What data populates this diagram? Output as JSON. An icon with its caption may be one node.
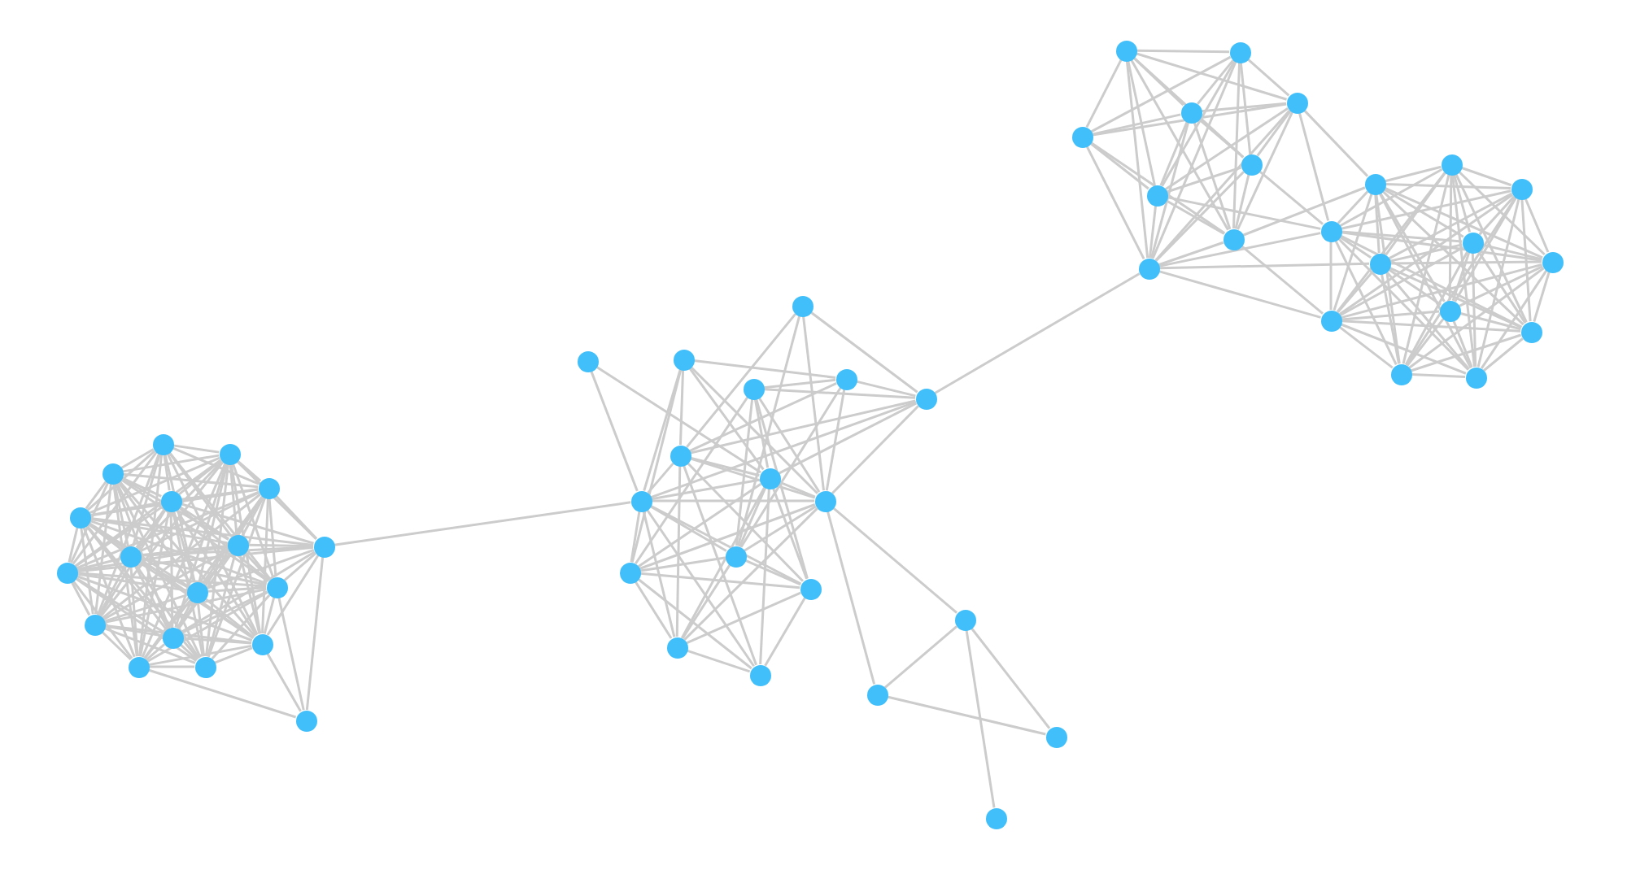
{
  "diagram": {
    "nodes": [
      {
        "text": [],
        "shape": "circle"
      },
      {
        "text": [],
        "shape": "circle"
      },
      {
        "text": [],
        "shape": "circle"
      },
      {
        "text": [],
        "shape": "circle"
      },
      {
        "text": [],
        "shape": "circle"
      },
      {
        "text": [],
        "shape": "circle"
      },
      {
        "text": [],
        "shape": "circle"
      },
      {
        "text": [],
        "shape": "circle"
      },
      {
        "text": [],
        "shape": "circle"
      },
      {
        "text": [],
        "shape": "circle"
      },
      {
        "text": [],
        "shape": "circle"
      },
      {
        "text": [],
        "shape": "circle"
      },
      {
        "text": [],
        "shape": "circle"
      },
      {
        "text": [],
        "shape": "circle"
      },
      {
        "text": [],
        "shape": "circle"
      },
      {
        "text": [],
        "shape": "circle"
      },
      {
        "text": [],
        "shape": "circle"
      },
      {
        "text": [],
        "shape": "circle"
      },
      {
        "text": [],
        "shape": "circle"
      },
      {
        "text": [],
        "shape": "circle"
      },
      {
        "text": [],
        "shape": "circle"
      },
      {
        "text": [],
        "shape": "circle"
      },
      {
        "text": [],
        "shape": "circle"
      },
      {
        "text": [],
        "shape": "circle"
      },
      {
        "text": [],
        "shape": "circle"
      },
      {
        "text": [],
        "shape": "circle"
      },
      {
        "text": [],
        "shape": "circle"
      },
      {
        "text": [],
        "shape": "circle"
      },
      {
        "text": [],
        "shape": "circle"
      },
      {
        "text": [],
        "shape": "circle"
      },
      {
        "text": [],
        "shape": "circle"
      },
      {
        "text": [],
        "shape": "circle"
      },
      {
        "text": [],
        "shape": "circle"
      },
      {
        "text": [],
        "shape": "circle"
      },
      {
        "text": [],
        "shape": "circle"
      },
      {
        "text": [],
        "shape": "circle"
      },
      {
        "text": [],
        "shape": "circle"
      },
      {
        "text": [],
        "shape": "circle"
      },
      {
        "text": [],
        "shape": "circle"
      },
      {
        "text": [],
        "shape": "circle"
      },
      {
        "text": [],
        "shape": "circle"
      },
      {
        "text": [],
        "shape": "circle"
      },
      {
        "text": [],
        "shape": "circle"
      },
      {
        "text": [],
        "shape": "circle"
      },
      {
        "text": [],
        "shape": "circle"
      },
      {
        "text": [],
        "shape": "circle"
      },
      {
        "text": [],
        "shape": "circle"
      },
      {
        "text": [],
        "shape": "circle"
      },
      {
        "text": [],
        "shape": "circle"
      },
      {
        "text": [],
        "shape": "circle"
      },
      {
        "text": [],
        "shape": "circle"
      },
      {
        "text": [],
        "shape": "circle"
      },
      {
        "text": [],
        "shape": "circle"
      },
      {
        "text": [],
        "shape": "circle"
      },
      {
        "text": [],
        "shape": "circle"
      },
      {
        "text": [],
        "shape": "circle"
      },
      {
        "text": [],
        "shape": "circle"
      },
      {
        "text": [],
        "shape": "circle"
      }
    ],
    "edges": [
      {
        "from": 0,
        "to": 1,
        "arrow": "none"
      },
      {
        "from": 0,
        "to": 2,
        "arrow": "none"
      },
      {
        "from": 0,
        "to": 3,
        "arrow": "none"
      },
      {
        "from": 0,
        "to": 4,
        "arrow": "none"
      },
      {
        "from": 0,
        "to": 5,
        "arrow": "none"
      },
      {
        "from": 0,
        "to": 6,
        "arrow": "none"
      },
      {
        "from": 0,
        "to": 8,
        "arrow": "none"
      },
      {
        "from": 0,
        "to": 9,
        "arrow": "none"
      },
      {
        "from": 0,
        "to": 10,
        "arrow": "none"
      },
      {
        "from": 0,
        "to": 11,
        "arrow": "none"
      },
      {
        "from": 0,
        "to": 12,
        "arrow": "none"
      },
      {
        "from": 0,
        "to": 14,
        "arrow": "none"
      },
      {
        "from": 0,
        "to": 15,
        "arrow": "none"
      },
      {
        "from": 1,
        "to": 2,
        "arrow": "none"
      },
      {
        "from": 1,
        "to": 3,
        "arrow": "none"
      },
      {
        "from": 1,
        "to": 4,
        "arrow": "none"
      },
      {
        "from": 1,
        "to": 5,
        "arrow": "none"
      },
      {
        "from": 1,
        "to": 6,
        "arrow": "none"
      },
      {
        "from": 1,
        "to": 8,
        "arrow": "none"
      },
      {
        "from": 1,
        "to": 9,
        "arrow": "none"
      },
      {
        "from": 1,
        "to": 10,
        "arrow": "none"
      },
      {
        "from": 1,
        "to": 11,
        "arrow": "none"
      },
      {
        "from": 1,
        "to": 12,
        "arrow": "none"
      },
      {
        "from": 1,
        "to": 13,
        "arrow": "none"
      },
      {
        "from": 1,
        "to": 14,
        "arrow": "none"
      },
      {
        "from": 1,
        "to": 15,
        "arrow": "none"
      },
      {
        "from": 1,
        "to": 16,
        "arrow": "none"
      },
      {
        "from": 2,
        "to": 3,
        "arrow": "none"
      },
      {
        "from": 2,
        "to": 4,
        "arrow": "none"
      },
      {
        "from": 2,
        "to": 5,
        "arrow": "none"
      },
      {
        "from": 2,
        "to": 6,
        "arrow": "none"
      },
      {
        "from": 2,
        "to": 8,
        "arrow": "none"
      },
      {
        "from": 2,
        "to": 9,
        "arrow": "none"
      },
      {
        "from": 2,
        "to": 10,
        "arrow": "none"
      },
      {
        "from": 2,
        "to": 11,
        "arrow": "none"
      },
      {
        "from": 2,
        "to": 12,
        "arrow": "none"
      },
      {
        "from": 2,
        "to": 13,
        "arrow": "none"
      },
      {
        "from": 2,
        "to": 14,
        "arrow": "none"
      },
      {
        "from": 2,
        "to": 15,
        "arrow": "none"
      },
      {
        "from": 2,
        "to": 16,
        "arrow": "none"
      },
      {
        "from": 3,
        "to": 4,
        "arrow": "none"
      },
      {
        "from": 3,
        "to": 5,
        "arrow": "none"
      },
      {
        "from": 3,
        "to": 6,
        "arrow": "none"
      },
      {
        "from": 3,
        "to": 8,
        "arrow": "none"
      },
      {
        "from": 3,
        "to": 9,
        "arrow": "none"
      },
      {
        "from": 3,
        "to": 10,
        "arrow": "none"
      },
      {
        "from": 3,
        "to": 11,
        "arrow": "none"
      },
      {
        "from": 3,
        "to": 12,
        "arrow": "none"
      },
      {
        "from": 3,
        "to": 13,
        "arrow": "none"
      },
      {
        "from": 3,
        "to": 14,
        "arrow": "none"
      },
      {
        "from": 3,
        "to": 15,
        "arrow": "none"
      },
      {
        "from": 3,
        "to": 16,
        "arrow": "none"
      },
      {
        "from": 4,
        "to": 5,
        "arrow": "none"
      },
      {
        "from": 4,
        "to": 6,
        "arrow": "none"
      },
      {
        "from": 4,
        "to": 8,
        "arrow": "none"
      },
      {
        "from": 4,
        "to": 9,
        "arrow": "none"
      },
      {
        "from": 4,
        "to": 10,
        "arrow": "none"
      },
      {
        "from": 4,
        "to": 11,
        "arrow": "none"
      },
      {
        "from": 4,
        "to": 12,
        "arrow": "none"
      },
      {
        "from": 4,
        "to": 13,
        "arrow": "none"
      },
      {
        "from": 4,
        "to": 14,
        "arrow": "none"
      },
      {
        "from": 4,
        "to": 15,
        "arrow": "none"
      },
      {
        "from": 4,
        "to": 16,
        "arrow": "none"
      },
      {
        "from": 5,
        "to": 6,
        "arrow": "none"
      },
      {
        "from": 5,
        "to": 8,
        "arrow": "none"
      },
      {
        "from": 5,
        "to": 9,
        "arrow": "none"
      },
      {
        "from": 5,
        "to": 10,
        "arrow": "none"
      },
      {
        "from": 5,
        "to": 11,
        "arrow": "none"
      },
      {
        "from": 5,
        "to": 12,
        "arrow": "none"
      },
      {
        "from": 5,
        "to": 13,
        "arrow": "none"
      },
      {
        "from": 5,
        "to": 14,
        "arrow": "none"
      },
      {
        "from": 5,
        "to": 15,
        "arrow": "none"
      },
      {
        "from": 5,
        "to": 16,
        "arrow": "none"
      },
      {
        "from": 6,
        "to": 8,
        "arrow": "none"
      },
      {
        "from": 6,
        "to": 9,
        "arrow": "none"
      },
      {
        "from": 6,
        "to": 10,
        "arrow": "none"
      },
      {
        "from": 6,
        "to": 11,
        "arrow": "none"
      },
      {
        "from": 6,
        "to": 12,
        "arrow": "none"
      },
      {
        "from": 6,
        "to": 13,
        "arrow": "none"
      },
      {
        "from": 6,
        "to": 14,
        "arrow": "none"
      },
      {
        "from": 6,
        "to": 16,
        "arrow": "none"
      },
      {
        "from": 8,
        "to": 9,
        "arrow": "none"
      },
      {
        "from": 8,
        "to": 10,
        "arrow": "none"
      },
      {
        "from": 8,
        "to": 11,
        "arrow": "none"
      },
      {
        "from": 8,
        "to": 12,
        "arrow": "none"
      },
      {
        "from": 8,
        "to": 13,
        "arrow": "none"
      },
      {
        "from": 8,
        "to": 14,
        "arrow": "none"
      },
      {
        "from": 8,
        "to": 15,
        "arrow": "none"
      },
      {
        "from": 8,
        "to": 16,
        "arrow": "none"
      },
      {
        "from": 9,
        "to": 10,
        "arrow": "none"
      },
      {
        "from": 9,
        "to": 11,
        "arrow": "none"
      },
      {
        "from": 9,
        "to": 12,
        "arrow": "none"
      },
      {
        "from": 9,
        "to": 13,
        "arrow": "none"
      },
      {
        "from": 9,
        "to": 14,
        "arrow": "none"
      },
      {
        "from": 9,
        "to": 15,
        "arrow": "none"
      },
      {
        "from": 9,
        "to": 16,
        "arrow": "none"
      },
      {
        "from": 10,
        "to": 11,
        "arrow": "none"
      },
      {
        "from": 10,
        "to": 12,
        "arrow": "none"
      },
      {
        "from": 10,
        "to": 13,
        "arrow": "none"
      },
      {
        "from": 10,
        "to": 14,
        "arrow": "none"
      },
      {
        "from": 10,
        "to": 15,
        "arrow": "none"
      },
      {
        "from": 10,
        "to": 16,
        "arrow": "none"
      },
      {
        "from": 11,
        "to": 12,
        "arrow": "none"
      },
      {
        "from": 11,
        "to": 13,
        "arrow": "none"
      },
      {
        "from": 11,
        "to": 14,
        "arrow": "none"
      },
      {
        "from": 11,
        "to": 15,
        "arrow": "none"
      },
      {
        "from": 11,
        "to": 16,
        "arrow": "none"
      },
      {
        "from": 12,
        "to": 13,
        "arrow": "none"
      },
      {
        "from": 12,
        "to": 14,
        "arrow": "none"
      },
      {
        "from": 12,
        "to": 15,
        "arrow": "none"
      },
      {
        "from": 12,
        "to": 16,
        "arrow": "none"
      },
      {
        "from": 13,
        "to": 14,
        "arrow": "none"
      },
      {
        "from": 13,
        "to": 15,
        "arrow": "none"
      },
      {
        "from": 13,
        "to": 16,
        "arrow": "none"
      },
      {
        "from": 14,
        "to": 15,
        "arrow": "none"
      },
      {
        "from": 14,
        "to": 16,
        "arrow": "none"
      },
      {
        "from": 15,
        "to": 16,
        "arrow": "none"
      },
      {
        "from": 7,
        "to": 1,
        "arrow": "none"
      },
      {
        "from": 7,
        "to": 3,
        "arrow": "none"
      },
      {
        "from": 7,
        "to": 4,
        "arrow": "none"
      },
      {
        "from": 7,
        "to": 6,
        "arrow": "none"
      },
      {
        "from": 7,
        "to": 10,
        "arrow": "none"
      },
      {
        "from": 7,
        "to": 11,
        "arrow": "none"
      },
      {
        "from": 7,
        "to": 14,
        "arrow": "none"
      },
      {
        "from": 7,
        "to": 8,
        "arrow": "none"
      },
      {
        "from": 7,
        "to": 9,
        "arrow": "none"
      },
      {
        "from": 7,
        "to": 5,
        "arrow": "none"
      },
      {
        "from": 7,
        "to": 13,
        "arrow": "none"
      },
      {
        "from": 17,
        "to": 15,
        "arrow": "none"
      },
      {
        "from": 17,
        "to": 7,
        "arrow": "none"
      },
      {
        "from": 17,
        "to": 14,
        "arrow": "none"
      },
      {
        "from": 17,
        "to": 10,
        "arrow": "none"
      },
      {
        "from": 7,
        "to": 26,
        "arrow": "none"
      },
      {
        "from": 23,
        "to": 45,
        "arrow": "none"
      },
      {
        "from": 18,
        "to": 23,
        "arrow": "none"
      },
      {
        "from": 18,
        "to": 24,
        "arrow": "none"
      },
      {
        "from": 18,
        "to": 27,
        "arrow": "none"
      },
      {
        "from": 18,
        "to": 28,
        "arrow": "none"
      },
      {
        "from": 19,
        "to": 26,
        "arrow": "none"
      },
      {
        "from": 19,
        "to": 25,
        "arrow": "none"
      },
      {
        "from": 20,
        "to": 22,
        "arrow": "none"
      },
      {
        "from": 20,
        "to": 26,
        "arrow": "none"
      },
      {
        "from": 20,
        "to": 29,
        "arrow": "none"
      },
      {
        "from": 20,
        "to": 25,
        "arrow": "none"
      },
      {
        "from": 20,
        "to": 27,
        "arrow": "none"
      },
      {
        "from": 20,
        "to": 24,
        "arrow": "none"
      },
      {
        "from": 21,
        "to": 22,
        "arrow": "none"
      },
      {
        "from": 21,
        "to": 23,
        "arrow": "none"
      },
      {
        "from": 21,
        "to": 25,
        "arrow": "none"
      },
      {
        "from": 21,
        "to": 27,
        "arrow": "none"
      },
      {
        "from": 21,
        "to": 30,
        "arrow": "none"
      },
      {
        "from": 21,
        "to": 28,
        "arrow": "none"
      },
      {
        "from": 21,
        "to": 29,
        "arrow": "none"
      },
      {
        "from": 22,
        "to": 23,
        "arrow": "none"
      },
      {
        "from": 22,
        "to": 24,
        "arrow": "none"
      },
      {
        "from": 22,
        "to": 27,
        "arrow": "none"
      },
      {
        "from": 22,
        "to": 28,
        "arrow": "none"
      },
      {
        "from": 23,
        "to": 24,
        "arrow": "none"
      },
      {
        "from": 23,
        "to": 25,
        "arrow": "none"
      },
      {
        "from": 23,
        "to": 27,
        "arrow": "none"
      },
      {
        "from": 23,
        "to": 26,
        "arrow": "none"
      },
      {
        "from": 24,
        "to": 25,
        "arrow": "none"
      },
      {
        "from": 24,
        "to": 26,
        "arrow": "none"
      },
      {
        "from": 24,
        "to": 27,
        "arrow": "none"
      },
      {
        "from": 24,
        "to": 30,
        "arrow": "none"
      },
      {
        "from": 24,
        "to": 31,
        "arrow": "none"
      },
      {
        "from": 24,
        "to": 32,
        "arrow": "none"
      },
      {
        "from": 25,
        "to": 26,
        "arrow": "none"
      },
      {
        "from": 25,
        "to": 28,
        "arrow": "none"
      },
      {
        "from": 25,
        "to": 29,
        "arrow": "none"
      },
      {
        "from": 25,
        "to": 30,
        "arrow": "none"
      },
      {
        "from": 25,
        "to": 31,
        "arrow": "none"
      },
      {
        "from": 25,
        "to": 32,
        "arrow": "none"
      },
      {
        "from": 25,
        "to": 27,
        "arrow": "none"
      },
      {
        "from": 26,
        "to": 27,
        "arrow": "none"
      },
      {
        "from": 26,
        "to": 28,
        "arrow": "none"
      },
      {
        "from": 26,
        "to": 29,
        "arrow": "none"
      },
      {
        "from": 26,
        "to": 30,
        "arrow": "none"
      },
      {
        "from": 26,
        "to": 31,
        "arrow": "none"
      },
      {
        "from": 26,
        "to": 32,
        "arrow": "none"
      },
      {
        "from": 27,
        "to": 28,
        "arrow": "none"
      },
      {
        "from": 27,
        "to": 29,
        "arrow": "none"
      },
      {
        "from": 27,
        "to": 31,
        "arrow": "none"
      },
      {
        "from": 27,
        "to": 33,
        "arrow": "none"
      },
      {
        "from": 27,
        "to": 34,
        "arrow": "none"
      },
      {
        "from": 28,
        "to": 29,
        "arrow": "none"
      },
      {
        "from": 28,
        "to": 30,
        "arrow": "none"
      },
      {
        "from": 28,
        "to": 31,
        "arrow": "none"
      },
      {
        "from": 29,
        "to": 30,
        "arrow": "none"
      },
      {
        "from": 29,
        "to": 31,
        "arrow": "none"
      },
      {
        "from": 29,
        "to": 32,
        "arrow": "none"
      },
      {
        "from": 30,
        "to": 31,
        "arrow": "none"
      },
      {
        "from": 30,
        "to": 32,
        "arrow": "none"
      },
      {
        "from": 31,
        "to": 32,
        "arrow": "none"
      },
      {
        "from": 33,
        "to": 34,
        "arrow": "none"
      },
      {
        "from": 33,
        "to": 35,
        "arrow": "none"
      },
      {
        "from": 33,
        "to": 36,
        "arrow": "none"
      },
      {
        "from": 34,
        "to": 35,
        "arrow": "none"
      },
      {
        "from": 37,
        "to": 38,
        "arrow": "none"
      },
      {
        "from": 37,
        "to": 39,
        "arrow": "none"
      },
      {
        "from": 37,
        "to": 40,
        "arrow": "none"
      },
      {
        "from": 37,
        "to": 41,
        "arrow": "none"
      },
      {
        "from": 37,
        "to": 43,
        "arrow": "none"
      },
      {
        "from": 37,
        "to": 44,
        "arrow": "none"
      },
      {
        "from": 37,
        "to": 45,
        "arrow": "none"
      },
      {
        "from": 37,
        "to": 42,
        "arrow": "none"
      },
      {
        "from": 38,
        "to": 39,
        "arrow": "none"
      },
      {
        "from": 38,
        "to": 40,
        "arrow": "none"
      },
      {
        "from": 38,
        "to": 41,
        "arrow": "none"
      },
      {
        "from": 38,
        "to": 42,
        "arrow": "none"
      },
      {
        "from": 38,
        "to": 43,
        "arrow": "none"
      },
      {
        "from": 38,
        "to": 44,
        "arrow": "none"
      },
      {
        "from": 38,
        "to": 45,
        "arrow": "none"
      },
      {
        "from": 39,
        "to": 40,
        "arrow": "none"
      },
      {
        "from": 39,
        "to": 41,
        "arrow": "none"
      },
      {
        "from": 39,
        "to": 43,
        "arrow": "none"
      },
      {
        "from": 39,
        "to": 44,
        "arrow": "none"
      },
      {
        "from": 39,
        "to": 45,
        "arrow": "none"
      },
      {
        "from": 40,
        "to": 41,
        "arrow": "none"
      },
      {
        "from": 40,
        "to": 42,
        "arrow": "none"
      },
      {
        "from": 40,
        "to": 43,
        "arrow": "none"
      },
      {
        "from": 40,
        "to": 44,
        "arrow": "none"
      },
      {
        "from": 40,
        "to": 45,
        "arrow": "none"
      },
      {
        "from": 41,
        "to": 42,
        "arrow": "none"
      },
      {
        "from": 41,
        "to": 43,
        "arrow": "none"
      },
      {
        "from": 41,
        "to": 44,
        "arrow": "none"
      },
      {
        "from": 41,
        "to": 45,
        "arrow": "none"
      },
      {
        "from": 41,
        "to": 46,
        "arrow": "none"
      },
      {
        "from": 41,
        "to": 47,
        "arrow": "none"
      },
      {
        "from": 42,
        "to": 43,
        "arrow": "none"
      },
      {
        "from": 42,
        "to": 45,
        "arrow": "none"
      },
      {
        "from": 42,
        "to": 46,
        "arrow": "none"
      },
      {
        "from": 42,
        "to": 44,
        "arrow": "none"
      },
      {
        "from": 43,
        "to": 44,
        "arrow": "none"
      },
      {
        "from": 43,
        "to": 45,
        "arrow": "none"
      },
      {
        "from": 43,
        "to": 46,
        "arrow": "none"
      },
      {
        "from": 44,
        "to": 45,
        "arrow": "none"
      },
      {
        "from": 44,
        "to": 47,
        "arrow": "none"
      },
      {
        "from": 44,
        "to": 54,
        "arrow": "none"
      },
      {
        "from": 45,
        "to": 46,
        "arrow": "none"
      },
      {
        "from": 45,
        "to": 51,
        "arrow": "none"
      },
      {
        "from": 45,
        "to": 54,
        "arrow": "none"
      },
      {
        "from": 46,
        "to": 47,
        "arrow": "none"
      },
      {
        "from": 46,
        "to": 48,
        "arrow": "none"
      },
      {
        "from": 46,
        "to": 49,
        "arrow": "none"
      },
      {
        "from": 46,
        "to": 50,
        "arrow": "none"
      },
      {
        "from": 46,
        "to": 51,
        "arrow": "none"
      },
      {
        "from": 46,
        "to": 52,
        "arrow": "none"
      },
      {
        "from": 46,
        "to": 54,
        "arrow": "none"
      },
      {
        "from": 46,
        "to": 55,
        "arrow": "none"
      },
      {
        "from": 46,
        "to": 56,
        "arrow": "none"
      },
      {
        "from": 46,
        "to": 57,
        "arrow": "none"
      },
      {
        "from": 47,
        "to": 48,
        "arrow": "none"
      },
      {
        "from": 47,
        "to": 49,
        "arrow": "none"
      },
      {
        "from": 47,
        "to": 50,
        "arrow": "none"
      },
      {
        "from": 47,
        "to": 51,
        "arrow": "none"
      },
      {
        "from": 47,
        "to": 52,
        "arrow": "none"
      },
      {
        "from": 47,
        "to": 53,
        "arrow": "none"
      },
      {
        "from": 47,
        "to": 54,
        "arrow": "none"
      },
      {
        "from": 47,
        "to": 55,
        "arrow": "none"
      },
      {
        "from": 47,
        "to": 56,
        "arrow": "none"
      },
      {
        "from": 47,
        "to": 57,
        "arrow": "none"
      },
      {
        "from": 48,
        "to": 49,
        "arrow": "none"
      },
      {
        "from": 48,
        "to": 50,
        "arrow": "none"
      },
      {
        "from": 48,
        "to": 51,
        "arrow": "none"
      },
      {
        "from": 48,
        "to": 52,
        "arrow": "none"
      },
      {
        "from": 48,
        "to": 53,
        "arrow": "none"
      },
      {
        "from": 48,
        "to": 54,
        "arrow": "none"
      },
      {
        "from": 48,
        "to": 55,
        "arrow": "none"
      },
      {
        "from": 48,
        "to": 56,
        "arrow": "none"
      },
      {
        "from": 48,
        "to": 57,
        "arrow": "none"
      },
      {
        "from": 49,
        "to": 50,
        "arrow": "none"
      },
      {
        "from": 49,
        "to": 51,
        "arrow": "none"
      },
      {
        "from": 49,
        "to": 52,
        "arrow": "none"
      },
      {
        "from": 49,
        "to": 53,
        "arrow": "none"
      },
      {
        "from": 49,
        "to": 54,
        "arrow": "none"
      },
      {
        "from": 49,
        "to": 55,
        "arrow": "none"
      },
      {
        "from": 49,
        "to": 56,
        "arrow": "none"
      },
      {
        "from": 49,
        "to": 57,
        "arrow": "none"
      },
      {
        "from": 50,
        "to": 51,
        "arrow": "none"
      },
      {
        "from": 50,
        "to": 52,
        "arrow": "none"
      },
      {
        "from": 50,
        "to": 53,
        "arrow": "none"
      },
      {
        "from": 50,
        "to": 54,
        "arrow": "none"
      },
      {
        "from": 50,
        "to": 55,
        "arrow": "none"
      },
      {
        "from": 50,
        "to": 56,
        "arrow": "none"
      },
      {
        "from": 50,
        "to": 57,
        "arrow": "none"
      },
      {
        "from": 51,
        "to": 52,
        "arrow": "none"
      },
      {
        "from": 51,
        "to": 53,
        "arrow": "none"
      },
      {
        "from": 51,
        "to": 54,
        "arrow": "none"
      },
      {
        "from": 51,
        "to": 55,
        "arrow": "none"
      },
      {
        "from": 51,
        "to": 56,
        "arrow": "none"
      },
      {
        "from": 51,
        "to": 57,
        "arrow": "none"
      },
      {
        "from": 52,
        "to": 53,
        "arrow": "none"
      },
      {
        "from": 52,
        "to": 54,
        "arrow": "none"
      },
      {
        "from": 52,
        "to": 55,
        "arrow": "none"
      },
      {
        "from": 52,
        "to": 56,
        "arrow": "none"
      },
      {
        "from": 52,
        "to": 57,
        "arrow": "none"
      },
      {
        "from": 53,
        "to": 54,
        "arrow": "none"
      },
      {
        "from": 53,
        "to": 55,
        "arrow": "none"
      },
      {
        "from": 53,
        "to": 56,
        "arrow": "none"
      },
      {
        "from": 53,
        "to": 57,
        "arrow": "none"
      },
      {
        "from": 54,
        "to": 55,
        "arrow": "none"
      },
      {
        "from": 54,
        "to": 56,
        "arrow": "none"
      },
      {
        "from": 54,
        "to": 57,
        "arrow": "none"
      },
      {
        "from": 55,
        "to": 56,
        "arrow": "none"
      },
      {
        "from": 55,
        "to": 57,
        "arrow": "none"
      },
      {
        "from": 56,
        "to": 57,
        "arrow": "none"
      }
    ]
  }
}
